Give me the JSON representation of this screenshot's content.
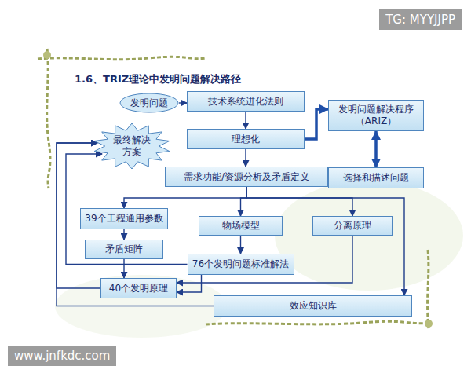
{
  "diagram": {
    "title": "1.6、TRIZ理论中发明问题解决路径",
    "nodes": [
      {
        "text": [
          "发明问题"
        ]
      },
      {
        "text": [
          "技术系统进化法则"
        ]
      },
      {
        "text": [
          "发明问题解决程序 （ARIZ）"
        ]
      },
      {
        "text": [
          "最终解决 方案"
        ]
      },
      {
        "text": [
          "理想化"
        ]
      },
      {
        "text": [
          "需求功能/资源分析及矛盾定义"
        ]
      },
      {
        "text": [
          "选择和描述问题"
        ]
      },
      {
        "text": [
          "39个工程通用参数"
        ]
      },
      {
        "text": [
          "物场模型"
        ]
      },
      {
        "text": [
          "分离原理"
        ]
      },
      {
        "text": [
          "矛盾矩阵"
        ]
      },
      {
        "text": [
          "76个发明问题标准解法"
        ]
      },
      {
        "text": [
          "40个发明原理"
        ]
      },
      {
        "text": [
          "效应知识库"
        ]
      }
    ],
    "edges": [
      {
        "from": 0,
        "to": 1,
        "arrow": "to"
      },
      {
        "from": 1,
        "to": 4,
        "arrow": "to"
      },
      {
        "from": 4,
        "to": 2,
        "arrow": "to"
      },
      {
        "from": 2,
        "to": 6,
        "arrow": "both"
      },
      {
        "from": 6,
        "to": 5,
        "arrow": "to"
      },
      {
        "from": 4,
        "to": 5,
        "arrow": "to"
      },
      {
        "from": 5,
        "to": 7,
        "arrow": "to"
      },
      {
        "from": 5,
        "to": 8,
        "arrow": "to"
      },
      {
        "from": 5,
        "to": 9,
        "arrow": "to"
      },
      {
        "from": 5,
        "to": 13,
        "arrow": "to"
      },
      {
        "from": 7,
        "to": 10,
        "arrow": "to"
      },
      {
        "from": 8,
        "to": 11,
        "arrow": "to"
      },
      {
        "from": 10,
        "to": 12,
        "arrow": "to"
      },
      {
        "from": 11,
        "to": 12,
        "arrow": "to"
      },
      {
        "from": 9,
        "to": 12,
        "arrow": "to"
      },
      {
        "from": 11,
        "to": 3,
        "arrow": "to"
      },
      {
        "from": 12,
        "to": 3,
        "arrow": "to"
      },
      {
        "from": 13,
        "to": 3,
        "arrow": "to"
      }
    ],
    "labels": [
      "TG: MYYJJPP",
      "www.jnfkdc.com"
    ]
  }
}
